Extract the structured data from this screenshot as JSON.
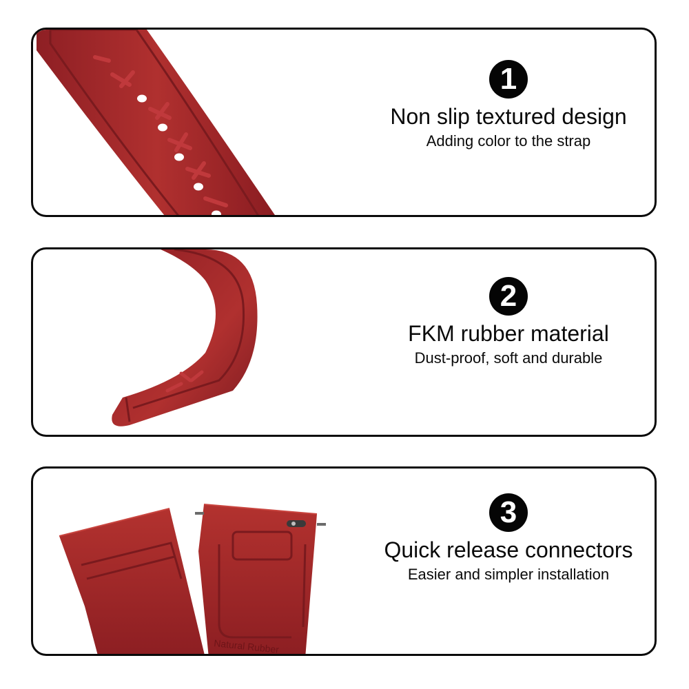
{
  "colors": {
    "strap": "#a5282c",
    "strap_dark": "#7a1a1e",
    "strap_highlight": "#c0393c",
    "border": "#0a0a0a",
    "badge": "#050505"
  },
  "features": [
    {
      "number": "1",
      "title": "Non slip textured design",
      "subtitle": "Adding color to the strap",
      "icon": "textured-strap-illustration"
    },
    {
      "number": "2",
      "title": "FKM rubber material",
      "subtitle": "Dust-proof, soft and durable",
      "icon": "bent-strap-illustration"
    },
    {
      "number": "3",
      "title": "Quick release connectors",
      "subtitle": "Easier and simpler installation",
      "icon": "strap-ends-illustration",
      "strap_marking": "Natural Rubber"
    }
  ]
}
